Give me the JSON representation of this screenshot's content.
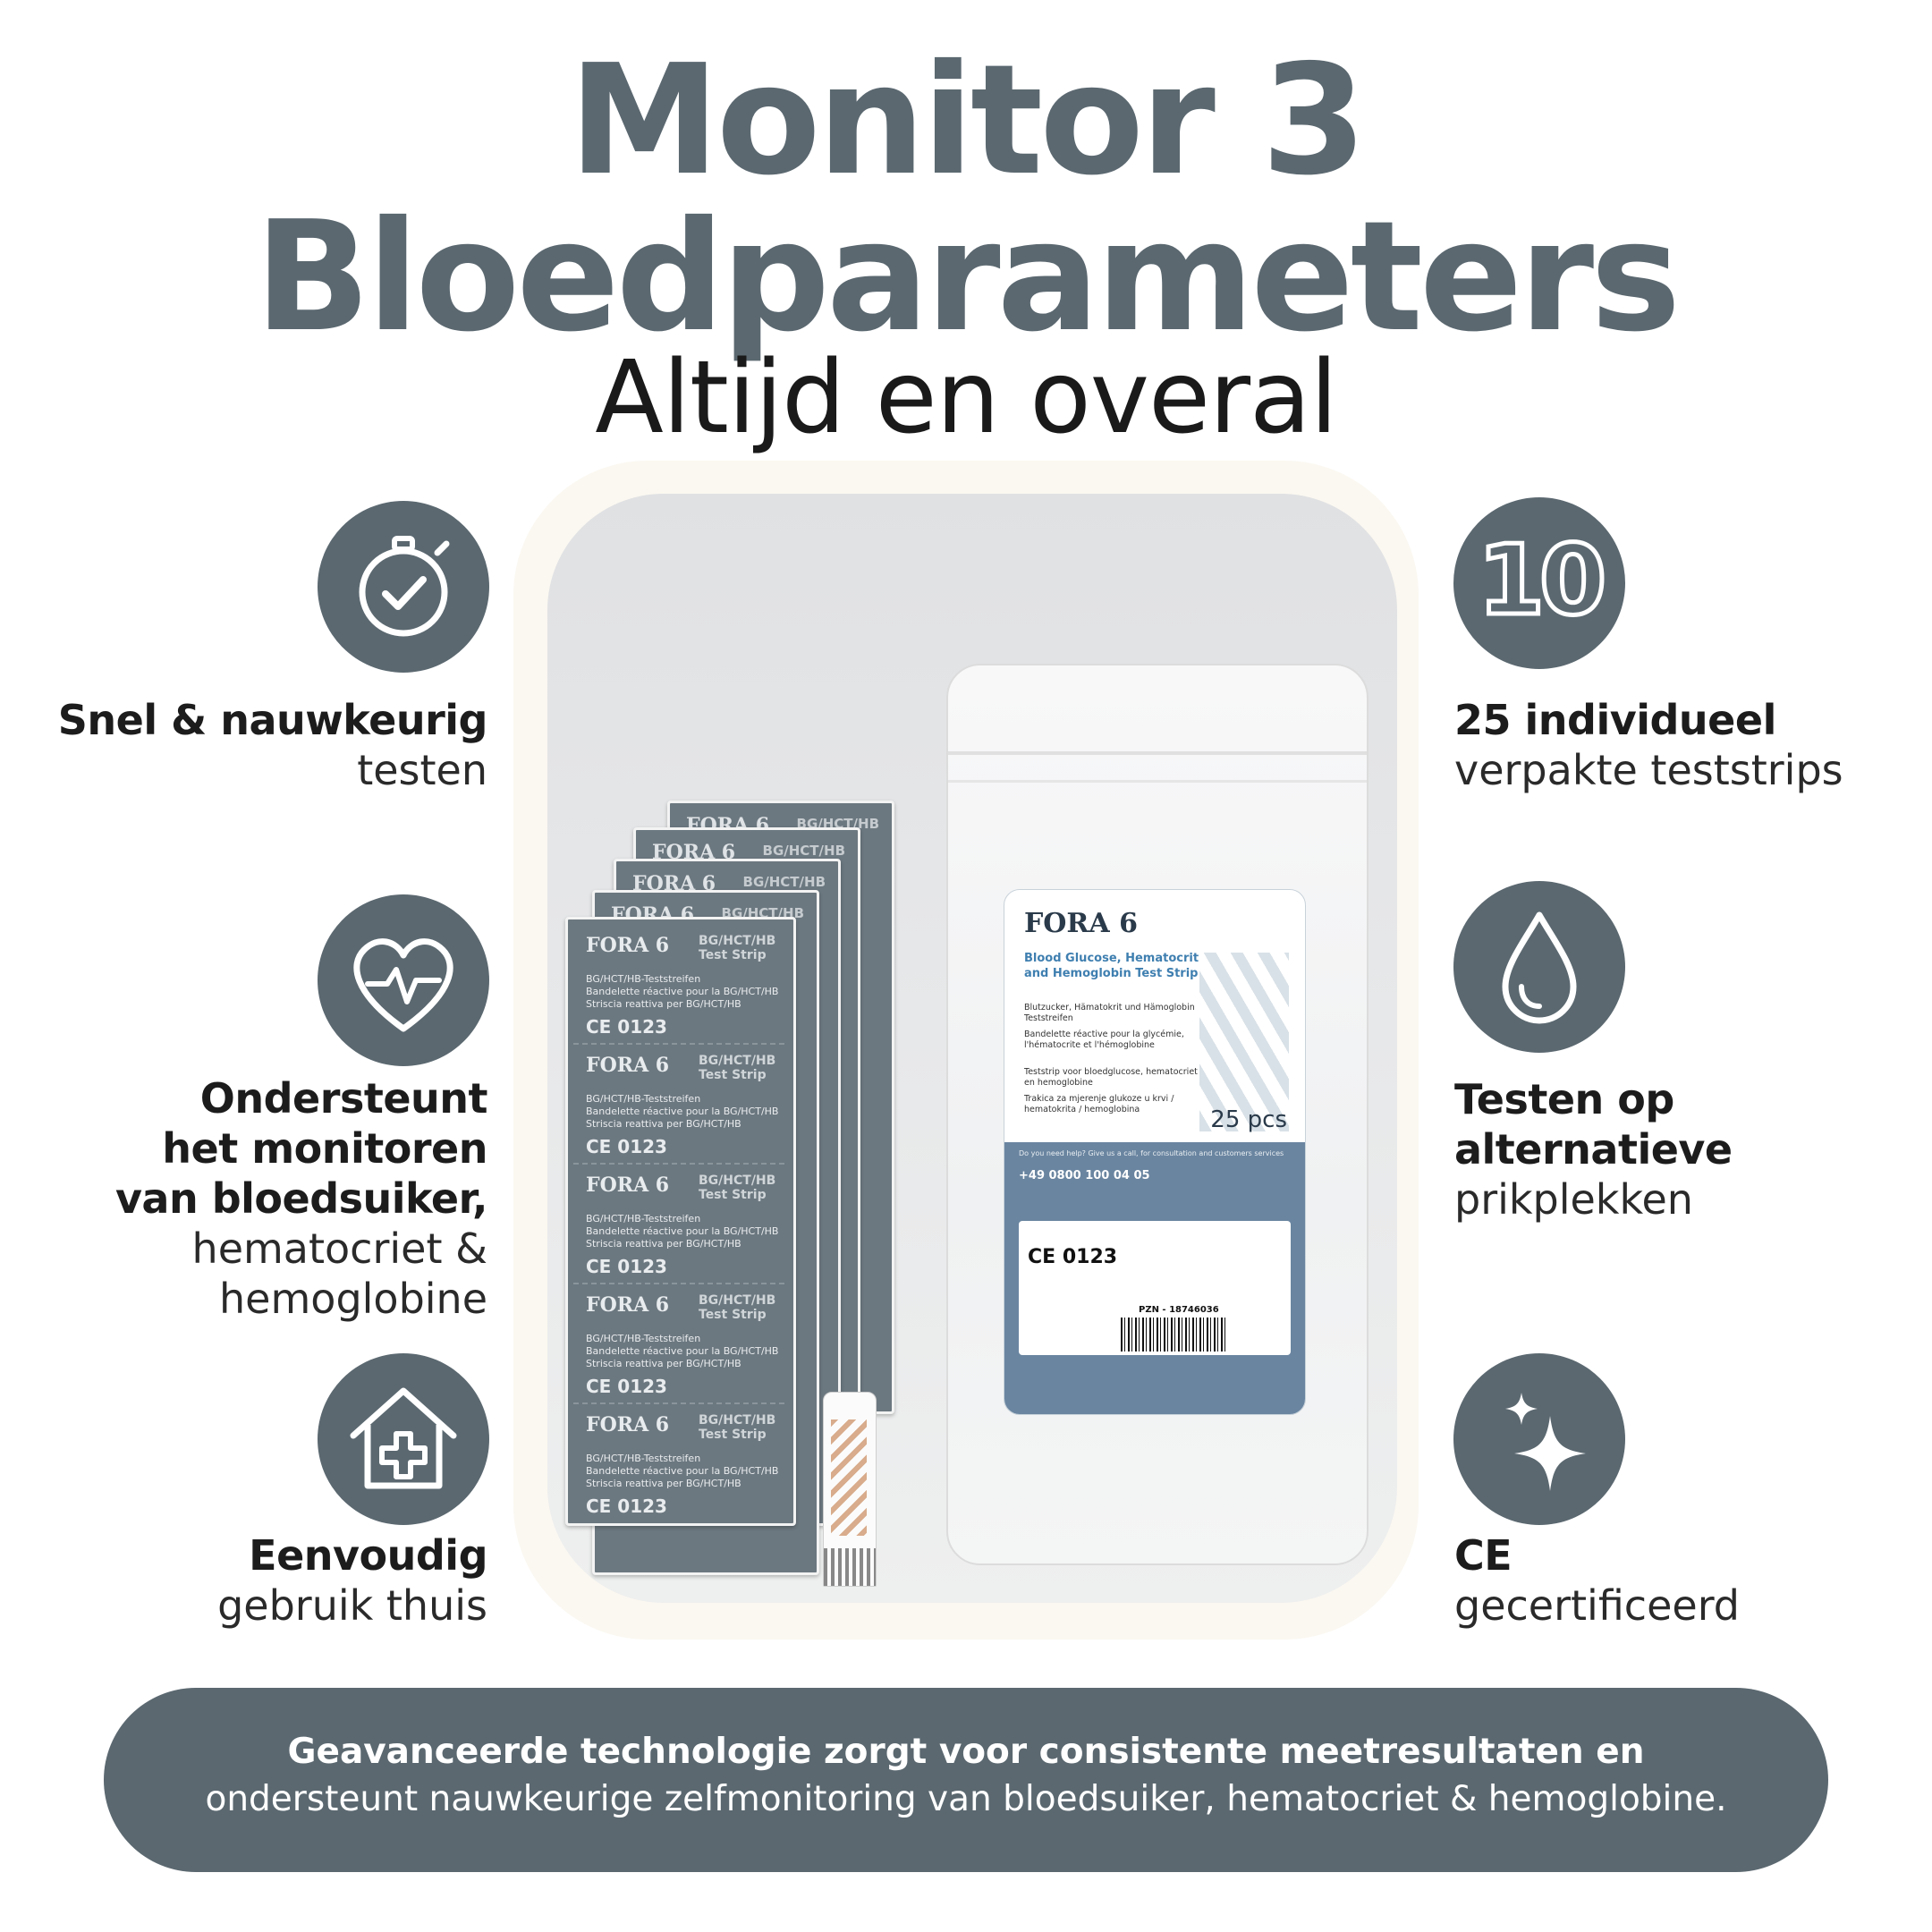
{
  "header": {
    "title_line1": "Monitor 3",
    "title_line2": "Bloedparameters",
    "subtitle": "Altijd en overal"
  },
  "features_left": [
    {
      "icon": "stopwatch-check-icon",
      "bold": "Snel & nauwkeurig",
      "normal": "testen"
    },
    {
      "icon": "heart-pulse-icon",
      "bold_lines": [
        "Ondersteunt",
        "het monitoren",
        "van bloedsuiker,"
      ],
      "normal_lines": [
        "hematocriet &",
        "hemoglobine"
      ]
    },
    {
      "icon": "house-medical-icon",
      "bold": "Eenvoudig",
      "normal": "gebruik thuis"
    }
  ],
  "features_right": [
    {
      "icon": "number-ten-icon",
      "icon_text": "10",
      "bold": "25 individueel",
      "normal": "verpakte teststrips"
    },
    {
      "icon": "drop-icon",
      "bold": "Testen op alternatieve",
      "normal": "prikplekken"
    },
    {
      "icon": "sparkle-icon",
      "bold": "CE",
      "normal": "gecertificeerd"
    }
  ],
  "banner": {
    "line1": "Geavanceerde technologie zorgt voor consistente meetresultaten en",
    "line2": "ondersteunt nauwkeurige zelfmonitoring van bloedsuiker, hematocriet & hemoglobine."
  },
  "product": {
    "strip_brand": "FORA 6",
    "strip_code": "BG/HCT/HB",
    "strip_code_full": "BG/HCT/HB Test Strip",
    "strip_lines": [
      "BG/HCT/HB-Teststreifen",
      "Bandelette réactive pour la BG/HCT/HB",
      "Striscia reattiva per BG/HCT/HB"
    ],
    "strip_ce": "CE 0123",
    "pouch_brand": "FORA 6",
    "pouch_subtitle": "Blood Glucose, Hematocrit and Hemoglobin Test Strip",
    "pouch_lines": [
      "Blutzucker, Hämatokrit und Hämoglobin Teststreifen",
      "Bandelette réactive pour la glycémie, l'hématocrite et l'hémoglobine",
      "Teststrip voor bloedglucose, hematocriet en hemoglobine",
      "Trakica za mjerenje glukoze u krvi / hematokrita / hemoglobina"
    ],
    "pouch_count": "25 pcs",
    "pouch_help": "Do you need help? Give us a call, for consultation and customers services",
    "pouch_phone": "+49 0800 100 04 05",
    "pouch_pzn": "PZN - 18746036",
    "pouch_ce": "CE 0123"
  },
  "colors": {
    "slate": "#5b6870",
    "panel": "#e4e5e7",
    "halo": "#fbf8f1"
  }
}
